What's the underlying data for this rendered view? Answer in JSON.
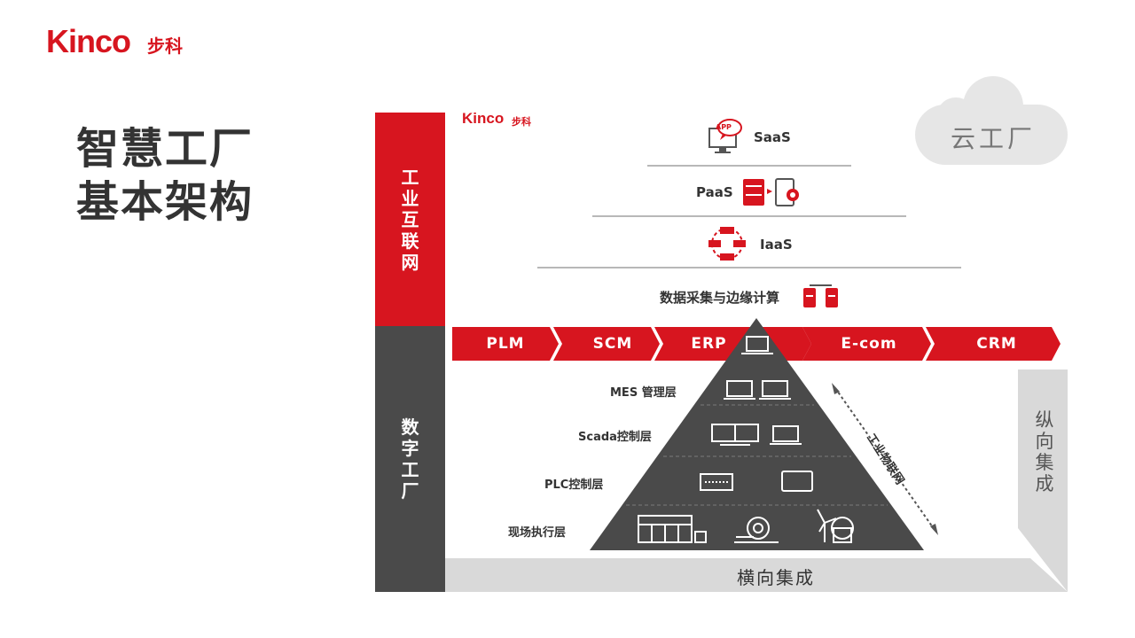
{
  "brand": {
    "name": "Kinco",
    "cn": "步科"
  },
  "title": {
    "line1": "智慧工厂",
    "line2": "基本架构"
  },
  "left_bars": {
    "top": [
      "工",
      "业",
      "互",
      "联",
      "网"
    ],
    "bottom": [
      "数",
      "字",
      "工",
      "厂"
    ]
  },
  "cloud": "云工厂",
  "cloud_layers": {
    "saas": "SaaS",
    "app_badge": "APP",
    "paas": "PaaS",
    "iaas": "IaaS",
    "edge": "数据采集与边缘计算"
  },
  "flow": [
    "PLM",
    "SCM",
    "ERP",
    "E-com",
    "CRM"
  ],
  "pyramid_layers": [
    "MES 管理层",
    "Scada控制层",
    "PLC控制层",
    "现场执行层"
  ],
  "iot": "工业物联网",
  "vertical_integration": [
    "纵",
    "向",
    "集",
    "成"
  ],
  "horizontal_integration": "横向集成",
  "colors": {
    "red": "#d7151f",
    "dark": "#4a4a4a",
    "grey": "#d9d9d9",
    "cloud": "#e6e6e6"
  },
  "icons": [
    "monitor-app-icon",
    "server-icon",
    "tablet-gear-icon",
    "network-servers-icon",
    "edge-servers-icon",
    "laptop-icon",
    "monitor-icon",
    "plc-icon",
    "hmi-icon",
    "production-line-icon",
    "robot-arm-icon",
    "wind-turbine-icon"
  ]
}
